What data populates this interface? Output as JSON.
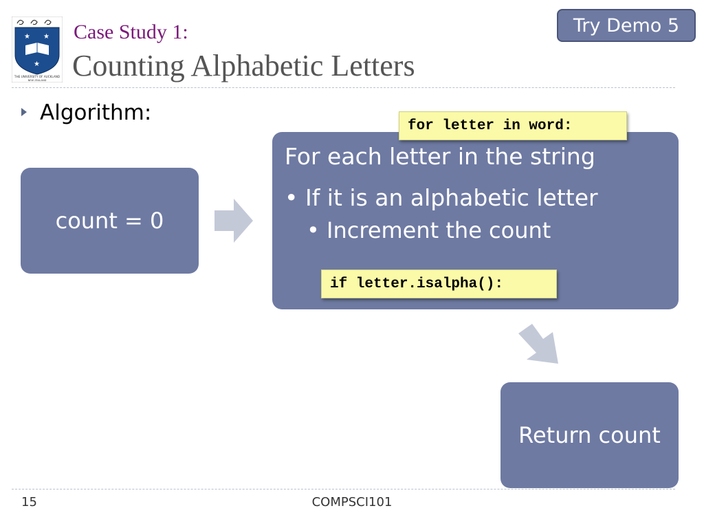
{
  "header": {
    "subtitle": "Case Study 1:",
    "title": "Counting Alphabetic Letters",
    "demo_button": "Try Demo 5"
  },
  "logo": {
    "text_line1": "THE UNIVERSITY OF AUCKLAND",
    "text_line2": "NEW ZEALAND"
  },
  "content": {
    "bullet": "Algorithm:",
    "box_count": "count = 0",
    "loop": {
      "line1": "For each letter in the string",
      "line2": "If it is an alphabetic letter",
      "line3": "Increment the count"
    },
    "box_return": "Return count",
    "code_for": "for letter in word:",
    "code_if": "if letter.isalpha():"
  },
  "footer": {
    "page_number": "15",
    "course": "COMPSCI101"
  },
  "colors": {
    "box_fill": "#6e7aa2",
    "code_fill": "#fafaa8",
    "subtitle": "#7a1a7a",
    "arrow": "#c4c9d8"
  }
}
